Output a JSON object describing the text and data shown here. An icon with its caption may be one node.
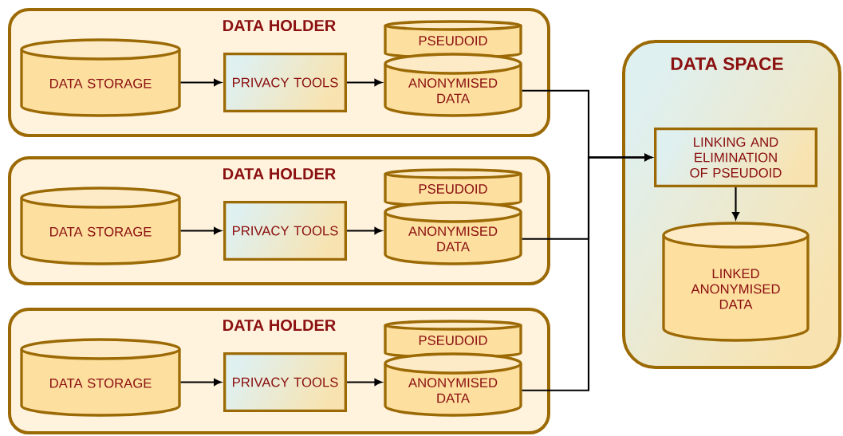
{
  "diagram": {
    "nodes": [
      {
        "text": [
          "DATA HOLDER"
        ]
      },
      {
        "text": [
          "DATA STORAGE"
        ],
        "in": 0
      },
      {
        "text": [
          "PRIVACY TOOLS"
        ],
        "in": 0
      },
      {
        "text": [
          "PSEUDOID"
        ],
        "in": 0
      },
      {
        "text": [
          "ANONYMISED DATA"
        ],
        "in": 0
      },
      {
        "text": [
          "DATA HOLDER"
        ]
      },
      {
        "text": [
          "DATA STORAGE"
        ],
        "in": 5
      },
      {
        "text": [
          "PRIVACY TOOLS"
        ],
        "in": 5
      },
      {
        "text": [
          "PSEUDOID"
        ],
        "in": 5
      },
      {
        "text": [
          "ANONYMISED DATA"
        ],
        "in": 5
      },
      {
        "text": [
          "DATA HOLDER"
        ]
      },
      {
        "text": [
          "DATA STORAGE"
        ],
        "in": 10
      },
      {
        "text": [
          "PRIVACY TOOLS"
        ],
        "in": 10
      },
      {
        "text": [
          "PSEUDOID"
        ],
        "in": 10
      },
      {
        "text": [
          "ANONYMISED DATA"
        ],
        "in": 10
      },
      {
        "text": [
          "DATA SPACE"
        ]
      },
      {
        "text": [
          "LINKING AND ELIMINATION OF PSEUDOID"
        ],
        "in": 15
      },
      {
        "text": [
          "LINKED ANONYMISED DATA"
        ],
        "in": 15
      }
    ],
    "edges": [
      {
        "from": 1,
        "to": 2,
        "arrow": "to"
      },
      {
        "from": 2,
        "to": 4,
        "arrow": "to"
      },
      {
        "from": 6,
        "to": 7,
        "arrow": "to"
      },
      {
        "from": 7,
        "to": 9,
        "arrow": "to"
      },
      {
        "from": 11,
        "to": 12,
        "arrow": "to"
      },
      {
        "from": 12,
        "to": 14,
        "arrow": "to"
      },
      {
        "from": 4,
        "to": 16,
        "arrow": "to"
      },
      {
        "from": 9,
        "to": 16,
        "arrow": "to"
      },
      {
        "from": 14,
        "to": 16,
        "arrow": "to"
      },
      {
        "from": 16,
        "to": 17,
        "arrow": "to"
      }
    ]
  }
}
